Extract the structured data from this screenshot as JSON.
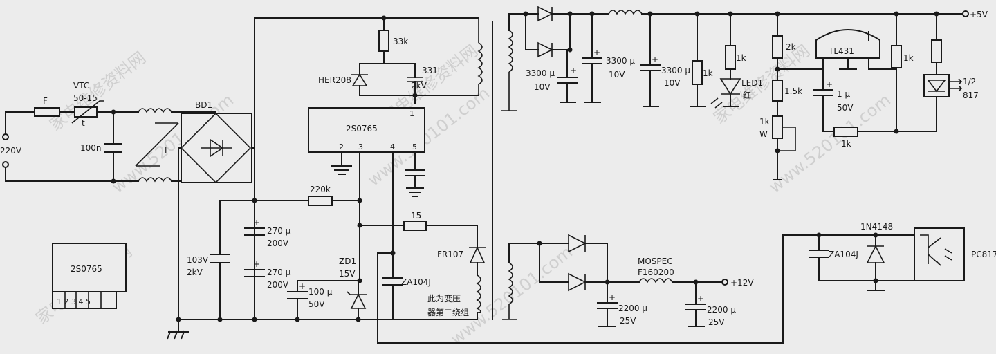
{
  "labels": {
    "fuse": "F",
    "vtc_name": "VTC",
    "vtc_value": "50-15",
    "vtc_t": "t",
    "ac_in": "220V",
    "c_100n": "100n",
    "choke_l": "L",
    "bd1": "BD1",
    "r_33k": "33k",
    "her208": "HER208",
    "c_331": "331",
    "c_331_v": "2kV",
    "ic_name": "2S0765",
    "pin1": "1",
    "pin2": "2",
    "pin3": "3",
    "pin4": "4",
    "pin5": "5",
    "r_220k": "220k",
    "c1_val": "270 μ",
    "c1_v": "200V",
    "c2_val": "270 μ",
    "c2_v": "200V",
    "c103": "103V",
    "c103_v": "2kV",
    "r_15": "15",
    "zd1": "ZD1",
    "zd1_v": "15V",
    "c100u": "100 μ",
    "c100u_v": "50V",
    "za104j": "ZA104J",
    "fr107": "FR107",
    "note1": "此为变压",
    "note2": "器第二绕组",
    "pkg_name": "2S0765",
    "pkg_pins": "1 2 3 4 5",
    "c3300a": "3300 μ",
    "c3300a_v": "10V",
    "c3300b": "3300 μ",
    "c3300b_v": "10V",
    "c3300c": "3300 μ",
    "c3300c_v": "10V",
    "r1k_a": "1k",
    "r1k_led": "1k",
    "led1": "LED1",
    "led1_color": "红",
    "r2k": "2k",
    "r15k": "1.5k",
    "pot1k": "1k",
    "pot_w": "W",
    "tl431": "TL431",
    "c1u": "1 μ",
    "c1u_v": "50V",
    "r1k_b": "1k",
    "r1k_c": "1k",
    "opto_half": "1/2",
    "opto_817": "817",
    "out5v": "+5V",
    "mospec": "MOSPEC",
    "f160200": "F160200",
    "out12v": "+12V",
    "c2200a": "2200 μ",
    "c2200a_v": "25V",
    "c2200b": "2200 μ",
    "c2200b_v": "25V",
    "za104j_b": "ZA104J",
    "n4148": "1N4148",
    "pc817": "PC817"
  },
  "watermarks": [
    "家电维修资料网",
    "www.520101.com",
    "家电维修资料网",
    "www.520101.com",
    "家电维修资料网",
    "www.520101.com",
    "家电维修资料网",
    "www.520101.com"
  ],
  "colors": {
    "ink": "#1a1a1a",
    "paper": "#ececec",
    "watermark": "#cfcfcf"
  }
}
